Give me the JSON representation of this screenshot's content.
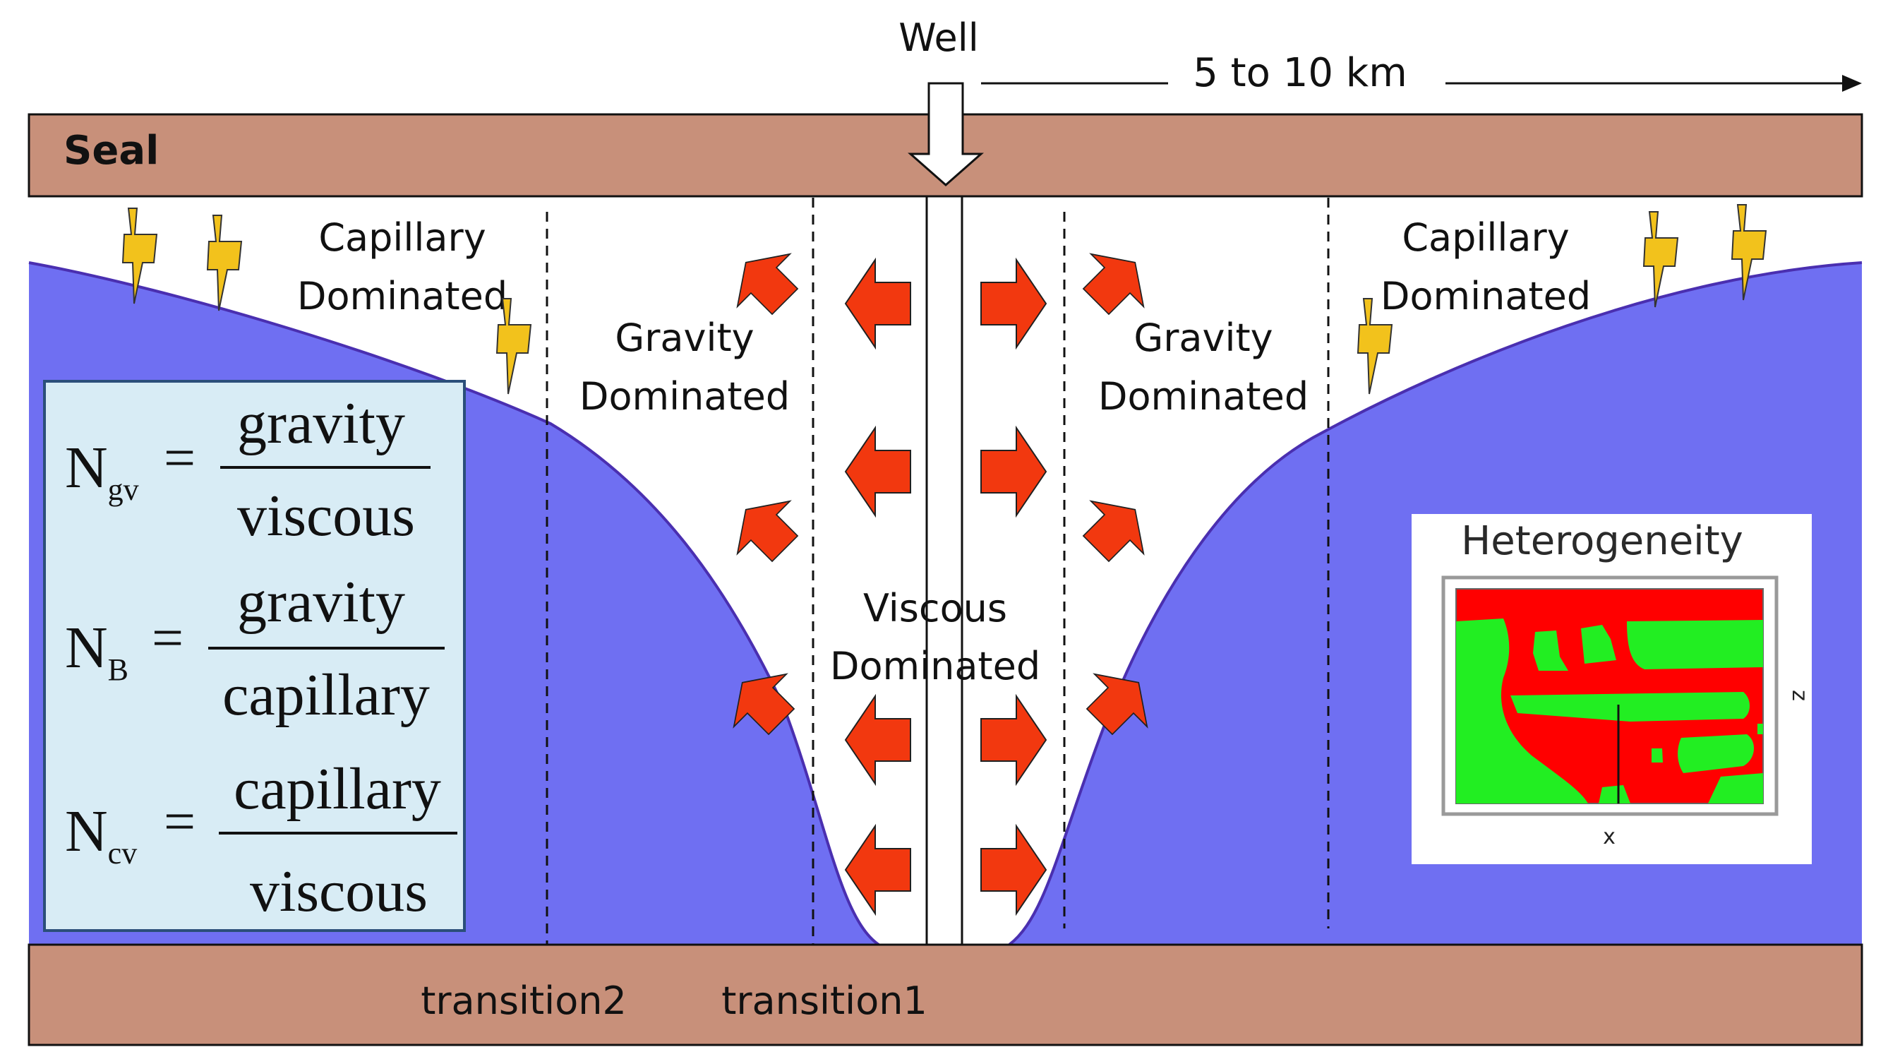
{
  "well": {
    "label": "Well"
  },
  "scale": {
    "label": "5 to 10 km"
  },
  "seal": {
    "label": "Seal"
  },
  "regions": {
    "capillary_left": [
      "Capillary",
      "Dominated"
    ],
    "gravity_left": [
      "Gravity",
      "Dominated"
    ],
    "viscous": [
      "Viscous",
      "Dominated"
    ],
    "gravity_right": [
      "Gravity",
      "Dominated"
    ],
    "capillary_right": [
      "Capillary",
      "Dominated"
    ]
  },
  "transitions": [
    "transition2",
    "transition1"
  ],
  "equations": [
    {
      "lhs": "N",
      "sub": "gv",
      "num": "gravity",
      "den": "viscous"
    },
    {
      "lhs": "N",
      "sub": "B",
      "num": "gravity",
      "den": "capillary"
    },
    {
      "lhs": "N",
      "sub": "cv",
      "num": "capillary",
      "den": "viscous"
    }
  ],
  "heterogeneity": {
    "title": "Heterogeneity",
    "x_axis": "x",
    "z_axis": "z"
  },
  "colors": {
    "seal": "#c8907a",
    "plume": "#6f6ff2",
    "arrow": "#f2380f",
    "lightning": "#f2c21c",
    "eq_box": "#d8ecf5",
    "het_red": "#ff0000",
    "het_green": "#22ee22"
  }
}
